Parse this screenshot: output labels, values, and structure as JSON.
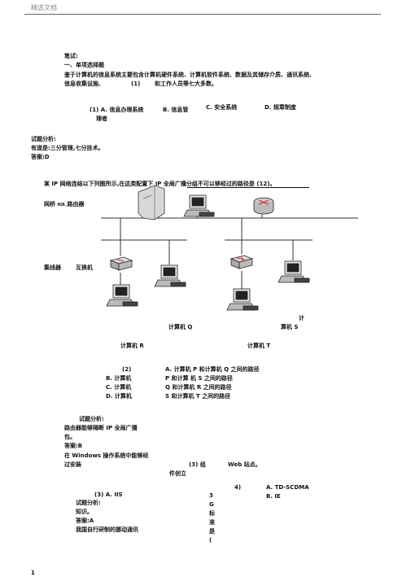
{
  "header": {
    "title": "精选文档"
  },
  "q1": {
    "heading": "笔试:",
    "section": "一、单项选择题",
    "stem_line1": "鉴于计算机的信息系统主要包含计算机硬件系统、计算机软件系统、数据及其储存介质、通讯系统、",
    "stem_line2_a": "信息收集设施、",
    "stem_line2_blank": "(1)",
    "stem_line2_b": "和工作人员等七大多数。",
    "opt_a": "(1) A. 信息办理系统",
    "opt_b": "B. 信息管",
    "opt_b_cont": "理者",
    "opt_c": "C. 安全系统",
    "opt_d": "D. 规章制度",
    "analysis_label": "试题分析:",
    "analysis_text": "有道是:三分管理,七分技术。",
    "answer": "答案:D"
  },
  "q2": {
    "stem": "某 IP 网络连结以下列图所示,在这类配置下  IP 全局广播分组不可以够经过的路径是  (12)。",
    "label_bridge": "网桥 ",
    "label_bridge_mono": "HUB,",
    "label_router": "路由器",
    "label_hub": "集线器",
    "label_switch": "互换机",
    "label_ji": "计",
    "label_q": "计算机 Q",
    "label_s": "算机 S",
    "label_r": "计算机 R",
    "label_t": "计算机 T",
    "opt_num": "(2)",
    "opt_a": "A. 计算机 P 和计算机 Q 之间的路径",
    "opt_b_l": "B. 计算机",
    "opt_b_r": "P 和计算   机 S 之间的路径",
    "opt_c_l": "C. 计算机",
    "opt_c_r": "Q 和计算机 R 之间的路径",
    "opt_d_l": "D. 计算机",
    "opt_d_r": "S 和计算机 T 之间的路径",
    "analysis_label": "试题分析:",
    "analysis_l1": "路由器能够隔断      IP 全局广播",
    "analysis_l2": "包。",
    "answer": "答案:B"
  },
  "q3": {
    "line1": "在 Windows 操作系统中能够经",
    "line2": "过安装",
    "blank": "(3) 组",
    "tail": "Web 站点。",
    "tail2": "件创立",
    "opt_a": "(3) A. IIS",
    "opt_4": "4)",
    "opt_td": "A. TD-SCDMA",
    "opt_ie": "B. IE",
    "analysis_label": "试题分析:",
    "knowledge": "知识。",
    "answer": "答案:A",
    "q4_stem": "我国自行研制的挪动通讯",
    "vertical": [
      "3",
      "G",
      "标",
      "准",
      "是",
      "("
    ]
  },
  "footer": {
    "page": "1"
  }
}
